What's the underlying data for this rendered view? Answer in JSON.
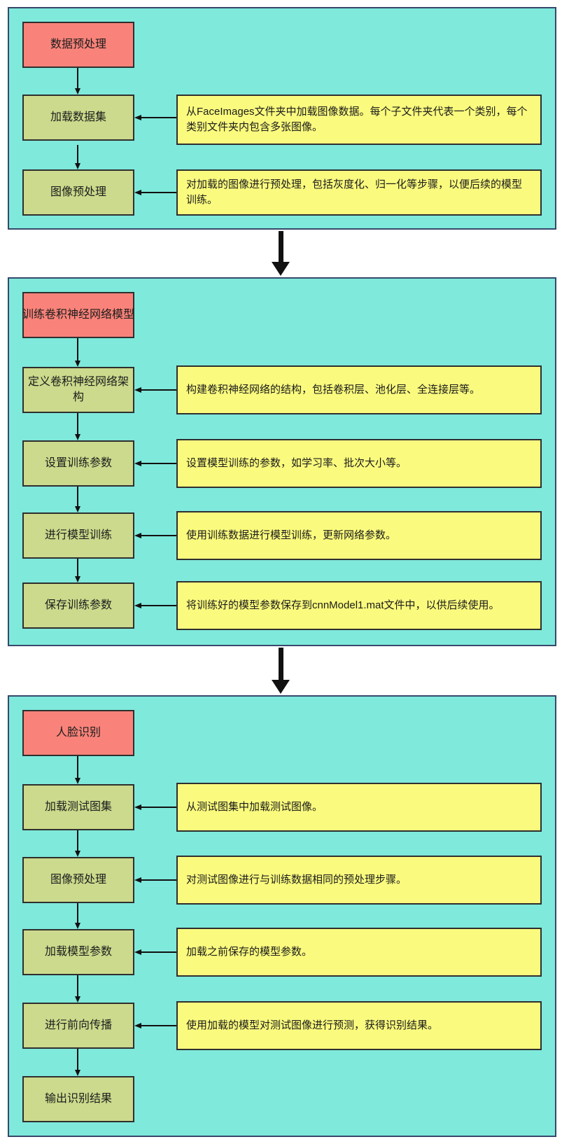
{
  "diagram": {
    "colors": {
      "panel_background": "#7fe9db",
      "panel_border": "#36486b",
      "header_box": "#f9837a",
      "step_box": "#cbda8c",
      "note_box": "#fafa7e",
      "arrow": "#111111"
    },
    "sections": [
      {
        "title": "数据预处理",
        "steps": [
          {
            "label": "加载数据集",
            "note": "从FaceImages文件夹中加载图像数据。每个子文件夹代表一个类别，每个类别文件夹内包含多张图像。"
          },
          {
            "label": "图像预处理",
            "note": "对加载的图像进行预处理，包括灰度化、归一化等步骤，以便后续的模型训练。"
          }
        ]
      },
      {
        "title": "训练卷积神经网络模型",
        "steps": [
          {
            "label": "定义卷积神经网络架构",
            "note": "构建卷积神经网络的结构，包括卷积层、池化层、全连接层等。"
          },
          {
            "label": "设置训练参数",
            "note": "设置模型训练的参数，如学习率、批次大小等。"
          },
          {
            "label": "进行模型训练",
            "note": "使用训练数据进行模型训练，更新网络参数。"
          },
          {
            "label": "保存训练参数",
            "note": "将训练好的模型参数保存到cnnModel1.mat文件中，以供后续使用。"
          }
        ]
      },
      {
        "title": "人脸识别",
        "steps": [
          {
            "label": "加载测试图集",
            "note": "从测试图集中加载测试图像。"
          },
          {
            "label": "图像预处理",
            "note": "对测试图像进行与训练数据相同的预处理步骤。"
          },
          {
            "label": "加载模型参数",
            "note": "加载之前保存的模型参数。"
          },
          {
            "label": "进行前向传播",
            "note": "使用加载的模型对测试图像进行预测，获得识别结果。"
          },
          {
            "label": "输出识别结果"
          }
        ]
      }
    ]
  }
}
